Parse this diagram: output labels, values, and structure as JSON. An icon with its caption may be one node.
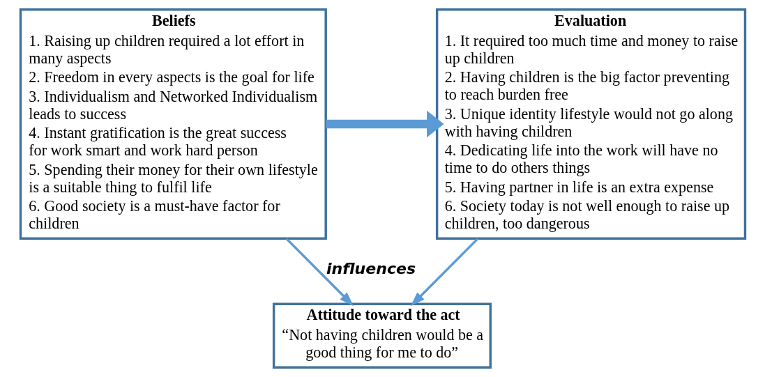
{
  "diagram": {
    "nodes": [
      {
        "text": [
          "Beliefs",
          "1. Raising up children required a lot effort in many aspects",
          "2. Freedom in every aspects is the goal for life",
          "3. Individualism and Networked Individualism leads to success",
          "4. Instant gratification is the great success for work smart and work hard person",
          "5. Spending their money for their own lifestyle is a suitable thing to fulfil life",
          "6. Good society is a must-have factor for children"
        ]
      },
      {
        "text": [
          "Evaluation",
          "1. It required too much time and money to raise up children",
          "2. Having children is the big factor preventing to reach burden free",
          "3. Unique identity lifestyle would not go along with having children",
          "4. Dedicating life into the work will have no time to do others things",
          "5. Having partner in life is an extra expense",
          "6. Society today is not well enough to raise up children, too dangerous"
        ]
      },
      {
        "text": [
          "Attitude toward the act",
          "“Not having children would be a good thing for me to do”"
        ]
      }
    ],
    "edges": [
      {
        "from": 0,
        "to": 1,
        "arrow": "to",
        "style": "thick"
      },
      {
        "from": 0,
        "to": 2,
        "arrow": "to",
        "label": "influences"
      },
      {
        "from": 1,
        "to": 2,
        "arrow": "to"
      }
    ]
  }
}
